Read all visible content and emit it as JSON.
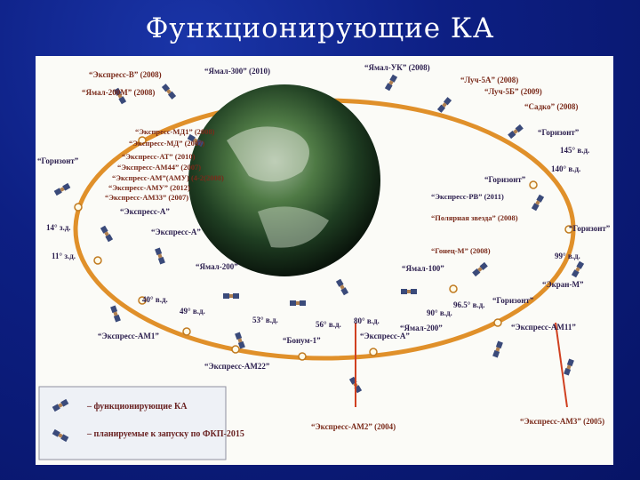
{
  "title": "Функционирующие КА",
  "top_labels": [
    "“Экспресс-В” (2008)",
    "“Ямал-300” (2010)",
    "“Ямал-УК” (2008)",
    "“Луч-5А” (2008)",
    "“Ямал-200М” (2008)",
    "“Луч-5Б” (2009)",
    "“Садко” (2008)"
  ],
  "inner_labels": [
    "“Экспресс-МД1” (2008)",
    "“Экспресс-МД” (2007)",
    "“Экспресс-АТ” (2010)",
    "“Экспресс-АМ44” (2007)",
    "“Экспресс-АМ”(АМУ) (4-2(2008)",
    "“Экспресс-АМУ” (2012)",
    "“Экспресс-АМ33” (2007)",
    "“Экспресс-РВ” (2011)",
    "“Полярная звезда” (2008)",
    "“Гонец-М” (2008)"
  ],
  "ring_labels": [
    "“Горизонт”",
    "“Горизонт”",
    "“Горизонт”",
    "“Горизонт”",
    "“Горизонт”",
    "“Экспресс-А”",
    "“Экспресс-А”",
    "“Ямал-200”",
    "“Ямал-100”",
    "“Экран-М”",
    "“Экспресс-А”",
    "“Ямал-200”",
    "“Бонум-1”"
  ],
  "longitudes": [
    "145° в.д.",
    "140° в.д.",
    "14° з.д.",
    "11° з.д.",
    "99° в.д.",
    "40° в.д.",
    "49° в.д.",
    "53° в.д.",
    "56° в.д.",
    "80° в.д.",
    "90° в.д.",
    "96.5° в.д."
  ],
  "outer_labels": [
    "“Экспресс-АМ1”",
    "“Экспресс-АМ22”",
    "“Экспресс-АМ11”",
    "“Экспресс-АМ2” (2004)",
    "“Экспресс-АМ3” (2005)"
  ],
  "legend": {
    "functioning": "– функционирующие КА",
    "planned": "– планируемые к запуску по ФКП-2015"
  },
  "colors": {
    "background": "#0d1f83",
    "orbit": "#e0902a",
    "label_brown": "#7a2a1a",
    "label_dark": "#2a1d4d"
  },
  "icons": [
    "satellite-icon",
    "earth-globe-icon"
  ]
}
